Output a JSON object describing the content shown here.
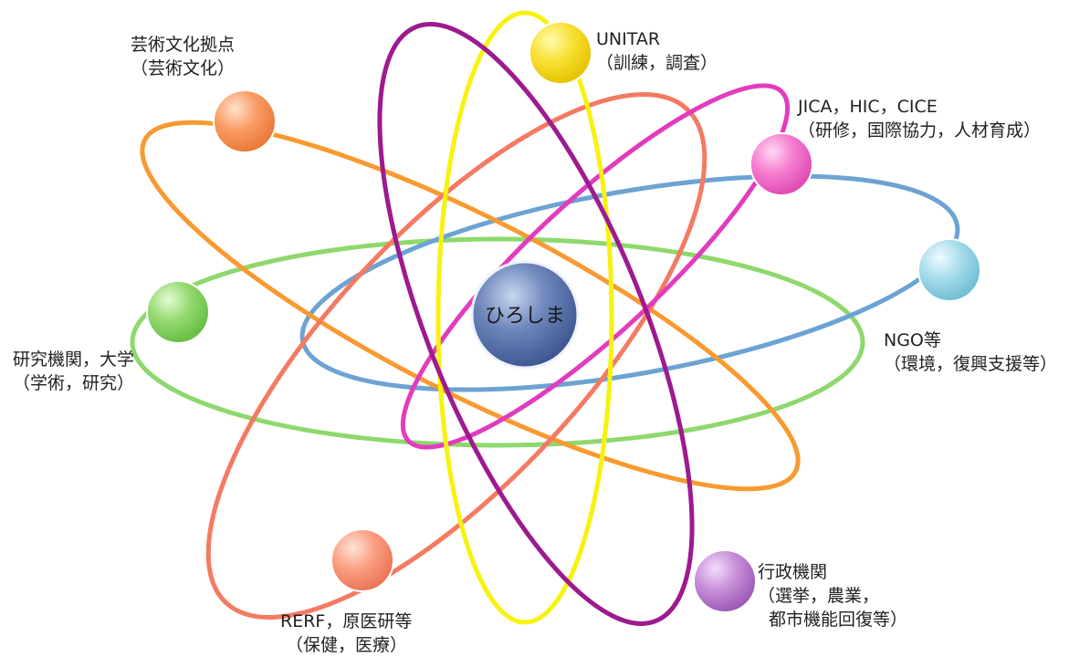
{
  "center": {
    "label": "ひろしま",
    "color": "#5b74a8"
  },
  "nodes": [
    {
      "id": "unitar",
      "color": "#f5dc1a",
      "orbit_color": "#f7f20f",
      "lines": [
        "UNITAR",
        "（訓練，調査）"
      ]
    },
    {
      "id": "jica",
      "color": "#f06ec8",
      "orbit_color": "#e23cbe",
      "lines": [
        "JICA，HIC，CICE",
        "（研修，国際協力，人材育成）"
      ]
    },
    {
      "id": "ngo",
      "color": "#9fd8e6",
      "orbit_color": "#6ca3d3",
      "lines": [
        "NGO等",
        "（環境，復興支援等）"
      ]
    },
    {
      "id": "admin",
      "color": "#c28ad4",
      "orbit_color": "#9d1a8f",
      "lines": [
        "行政機関",
        "（選挙，農業，",
        "都市機能回復等）"
      ]
    },
    {
      "id": "rerf",
      "color": "#f99a7c",
      "orbit_color": "#f47a62",
      "lines": [
        "RERF，原医研等",
        "（保健，医療）"
      ]
    },
    {
      "id": "research",
      "color": "#8fd66b",
      "orbit_color": "#8ed86d",
      "lines": [
        "研究機関，大学",
        "（学術，研究）"
      ]
    },
    {
      "id": "arts",
      "color": "#f9985c",
      "orbit_color": "#f89a30",
      "lines": [
        "芸術文化拠点",
        "（芸術文化）"
      ]
    }
  ]
}
